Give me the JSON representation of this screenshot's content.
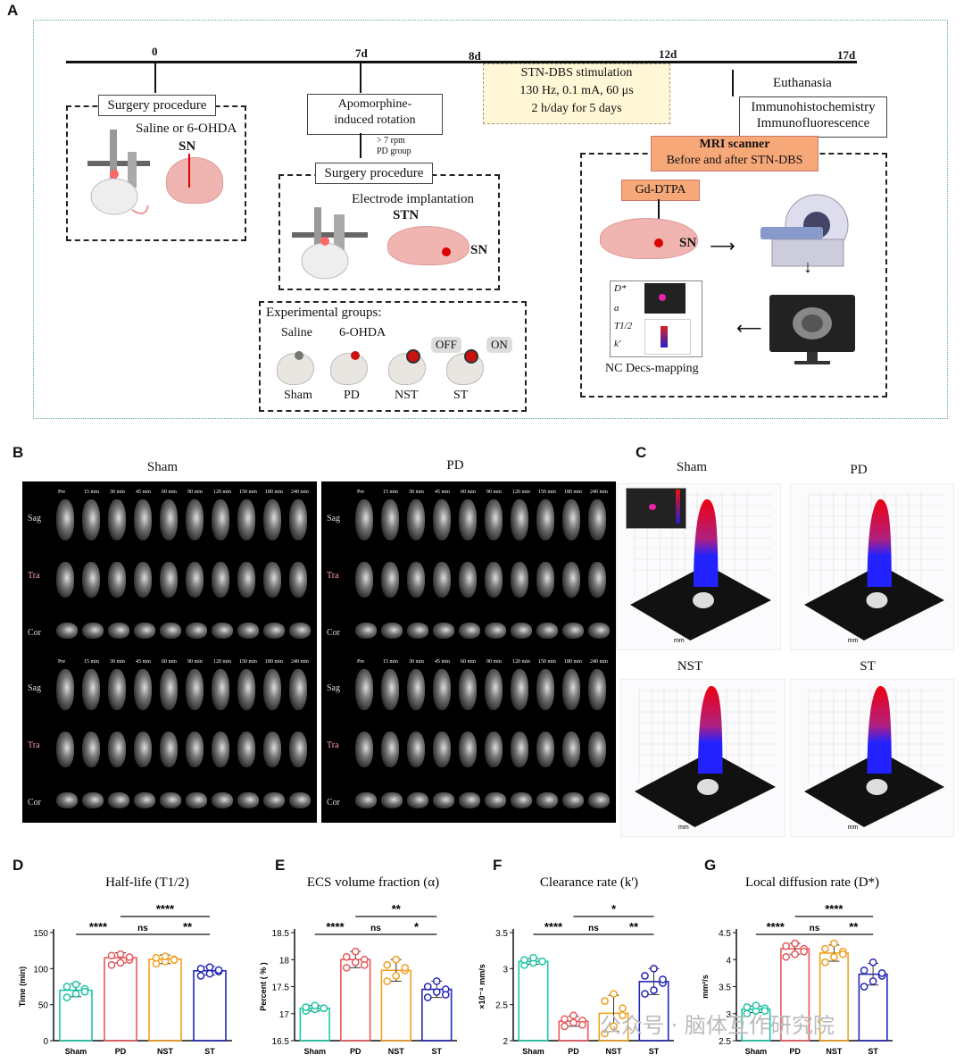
{
  "panel_labels": {
    "A": "A",
    "B": "B",
    "C": "C",
    "D": "D",
    "E": "E",
    "F": "F",
    "G": "G"
  },
  "timeline": {
    "ticks": [
      "0",
      "7d",
      "8d",
      "12d",
      "17d"
    ],
    "stim_box": {
      "line1": "STN-DBS stimulation",
      "line2": "130 Hz, 0.1 mA, 60 μs",
      "line3": "2 h/day for 5 days"
    },
    "surgery1": "Surgery procedure",
    "saline_label": "Saline or 6-OHDA",
    "sn": "SN",
    "apomorphine": {
      "line1": "Apomorphine-",
      "line2": "induced rotation"
    },
    "rpm_note": {
      "line1": "> 7 rpm",
      "line2": "PD group"
    },
    "surgery2": "Surgery procedure",
    "electrode": "Electrode  implantation",
    "stn": "STN",
    "sn2": "SN",
    "euthanasia": "Euthanasia",
    "immuno": {
      "line1": "Immunohistochemistry",
      "line2": "Immunofluorescence"
    },
    "mri": {
      "line1": "MRI scanner",
      "line2": "Before and after STN-DBS"
    },
    "gd": "Gd-DTPA",
    "sn3": "SN",
    "mapping": "NC Decs-mapping",
    "map_params": [
      "D*",
      "a",
      "T1/2",
      "k'"
    ],
    "groups_title": "Experimental groups:",
    "groups": [
      {
        "top": "Saline",
        "bottom": "Sham",
        "dot": "#777777"
      },
      {
        "top": "6-OHDA",
        "bottom": "PD",
        "dot": "#cc1111"
      },
      {
        "top": "OFF",
        "bottom": "NST",
        "dot": "#cc1111"
      },
      {
        "top": "ON",
        "bottom": "ST",
        "dot": "#cc1111"
      }
    ]
  },
  "mri_panels": [
    {
      "title": "Sham"
    },
    {
      "title": "PD"
    },
    {
      "title": "NST"
    },
    {
      "title": "ST"
    }
  ],
  "mri_times": [
    "Pre",
    "15 min",
    "30 min",
    "45 min",
    "60 min",
    "90 min",
    "120 min",
    "150 min",
    "180 min",
    "240 min"
  ],
  "mri_rows": [
    "Sag",
    "Tra",
    "Cor"
  ],
  "surface_panels": [
    {
      "title": "Sham"
    },
    {
      "title": "PD"
    },
    {
      "title": "NST"
    },
    {
      "title": "ST"
    }
  ],
  "surface_axis_label": "mm",
  "colors": {
    "Sham": "#1fc6a6",
    "PD": "#e8585c",
    "NST": "#f0a020",
    "ST": "#2626b8"
  },
  "watermark": "公众号 · 脑体互作研究院",
  "chart_data": [
    {
      "type": "bar",
      "title": "Half-life (T1/2)",
      "ylabel": "Time (min)",
      "categories": [
        "Sham",
        "PD",
        "NST",
        "ST"
      ],
      "values": [
        70,
        115,
        113,
        97
      ],
      "errors": [
        9,
        7,
        6,
        6
      ],
      "points": [
        [
          60,
          65,
          72,
          75,
          78,
          68
        ],
        [
          105,
          108,
          112,
          118,
          120,
          116
        ],
        [
          107,
          110,
          113,
          115,
          117,
          112
        ],
        [
          90,
          93,
          96,
          100,
          102,
          98
        ]
      ],
      "ylim": [
        0,
        150
      ],
      "yticks": [
        0,
        50,
        100,
        150
      ],
      "sig": [
        {
          "from": 0,
          "to": 1,
          "label": "****",
          "level": 0
        },
        {
          "from": 1,
          "to": 2,
          "label": "ns",
          "level": 0
        },
        {
          "from": 2,
          "to": 3,
          "label": "**",
          "level": 0
        },
        {
          "from": 1,
          "to": 3,
          "label": "****",
          "level": 1
        }
      ]
    },
    {
      "type": "bar",
      "title": "ECS volume fraction (α)",
      "ylabel": "Percent ( % )",
      "categories": [
        "Sham",
        "PD",
        "NST",
        "ST"
      ],
      "values": [
        17.1,
        18.0,
        17.8,
        17.45
      ],
      "errors": [
        0.05,
        0.15,
        0.2,
        0.15
      ],
      "points": [
        [
          17.05,
          17.08,
          17.1,
          17.12,
          17.15,
          17.1
        ],
        [
          17.85,
          17.95,
          18.0,
          18.05,
          18.15,
          17.9
        ],
        [
          17.6,
          17.7,
          17.8,
          17.9,
          18.0,
          17.85
        ],
        [
          17.3,
          17.4,
          17.45,
          17.5,
          17.6,
          17.35
        ]
      ],
      "ylim": [
        16.5,
        18.5
      ],
      "yticks": [
        16.5,
        17.0,
        17.5,
        18.0,
        18.5
      ],
      "sig": [
        {
          "from": 0,
          "to": 1,
          "label": "****",
          "level": 0
        },
        {
          "from": 1,
          "to": 2,
          "label": "ns",
          "level": 0
        },
        {
          "from": 2,
          "to": 3,
          "label": "*",
          "level": 0
        },
        {
          "from": 1,
          "to": 3,
          "label": "**",
          "level": 1
        }
      ]
    },
    {
      "type": "bar",
      "title": "Clearance rate (k')",
      "ylabel": "×10⁻⁴ mm/s",
      "categories": [
        "Sham",
        "PD",
        "NST",
        "ST"
      ],
      "values": [
        3.1,
        2.27,
        2.38,
        2.82
      ],
      "errors": [
        0.04,
        0.07,
        0.25,
        0.18
      ],
      "points": [
        [
          3.05,
          3.08,
          3.1,
          3.12,
          3.15,
          3.1
        ],
        [
          2.2,
          2.25,
          2.28,
          2.3,
          2.35,
          2.22
        ],
        [
          2.1,
          2.2,
          2.35,
          2.55,
          2.65,
          2.45
        ],
        [
          2.65,
          2.7,
          2.8,
          2.9,
          3.0,
          2.85
        ]
      ],
      "ylim": [
        2.0,
        3.5
      ],
      "yticks": [
        2.0,
        2.5,
        3.0,
        3.5
      ],
      "sig": [
        {
          "from": 0,
          "to": 1,
          "label": "****",
          "level": 0
        },
        {
          "from": 1,
          "to": 2,
          "label": "ns",
          "level": 0
        },
        {
          "from": 2,
          "to": 3,
          "label": "**",
          "level": 0
        },
        {
          "from": 1,
          "to": 3,
          "label": "*",
          "level": 1
        }
      ]
    },
    {
      "type": "bar",
      "title": "Local diffusion rate (D*)",
      "ylabel": "mm²/s",
      "categories": [
        "Sham",
        "PD",
        "NST",
        "ST"
      ],
      "values": [
        3.08,
        4.2,
        4.12,
        3.73
      ],
      "errors": [
        0.06,
        0.1,
        0.15,
        0.2
      ],
      "points": [
        [
          3.0,
          3.05,
          3.1,
          3.12,
          3.15,
          3.05
        ],
        [
          4.05,
          4.1,
          4.2,
          4.25,
          4.3,
          4.15
        ],
        [
          3.95,
          4.05,
          4.15,
          4.2,
          4.3,
          4.1
        ],
        [
          3.5,
          3.6,
          3.7,
          3.8,
          3.95,
          3.75
        ]
      ],
      "ylim": [
        2.5,
        4.5
      ],
      "yticks": [
        2.5,
        3.0,
        3.5,
        4.0,
        4.5
      ],
      "sig": [
        {
          "from": 0,
          "to": 1,
          "label": "****",
          "level": 0
        },
        {
          "from": 1,
          "to": 2,
          "label": "ns",
          "level": 0
        },
        {
          "from": 2,
          "to": 3,
          "label": "**",
          "level": 0
        },
        {
          "from": 1,
          "to": 3,
          "label": "****",
          "level": 1
        }
      ]
    }
  ]
}
